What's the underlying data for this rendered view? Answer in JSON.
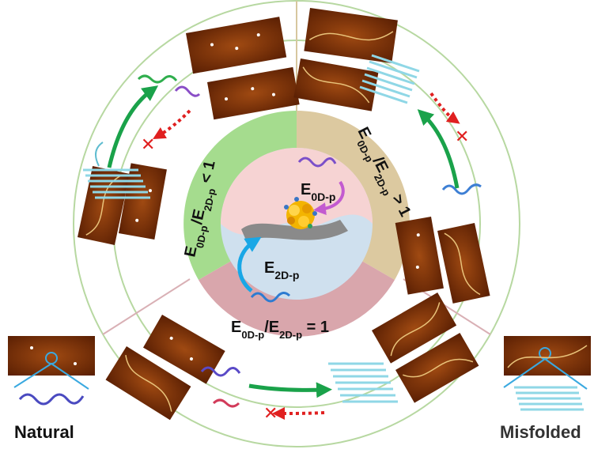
{
  "labels": {
    "natural": "Natural",
    "misfolded": "Misfolded"
  },
  "sectors": {
    "left": {
      "e0": "E",
      "sub0": "0D-p",
      "slash": "/E",
      "sub2": "2D-p",
      "rel": " < 1"
    },
    "right": {
      "e0": "E",
      "sub0": "0D-p",
      "slash": "/E",
      "sub2": "2D-p",
      "rel": " > 1"
    },
    "bottom": {
      "e0": "E",
      "sub0": "0D-p",
      "slash": "/E",
      "sub2": "2D-p",
      "rel": " = 1"
    }
  },
  "center": {
    "e0d": {
      "main": "E",
      "sub": "0D-p"
    },
    "e2d": {
      "main": "E",
      "sub": "2D-p"
    }
  },
  "colors": {
    "left_sector": "#a5dc8e",
    "right_sector": "#dcc9a0",
    "bottom_sector": "#d9a6ac",
    "center_pink": "#f6d3d3",
    "center_blue": "#cfe0ee",
    "green_ring": "#b7d8a1",
    "tan_ring": "#d7c79f",
    "pink_ring": "#d9b0b5",
    "afm": "#7a2e06",
    "green_arrow": "#1aa24a",
    "red_arrow": "#e02020",
    "blue_arrow": "#19a7e6",
    "magenta_arrow": "#c35ad0",
    "protein": "#8fd7e6"
  }
}
